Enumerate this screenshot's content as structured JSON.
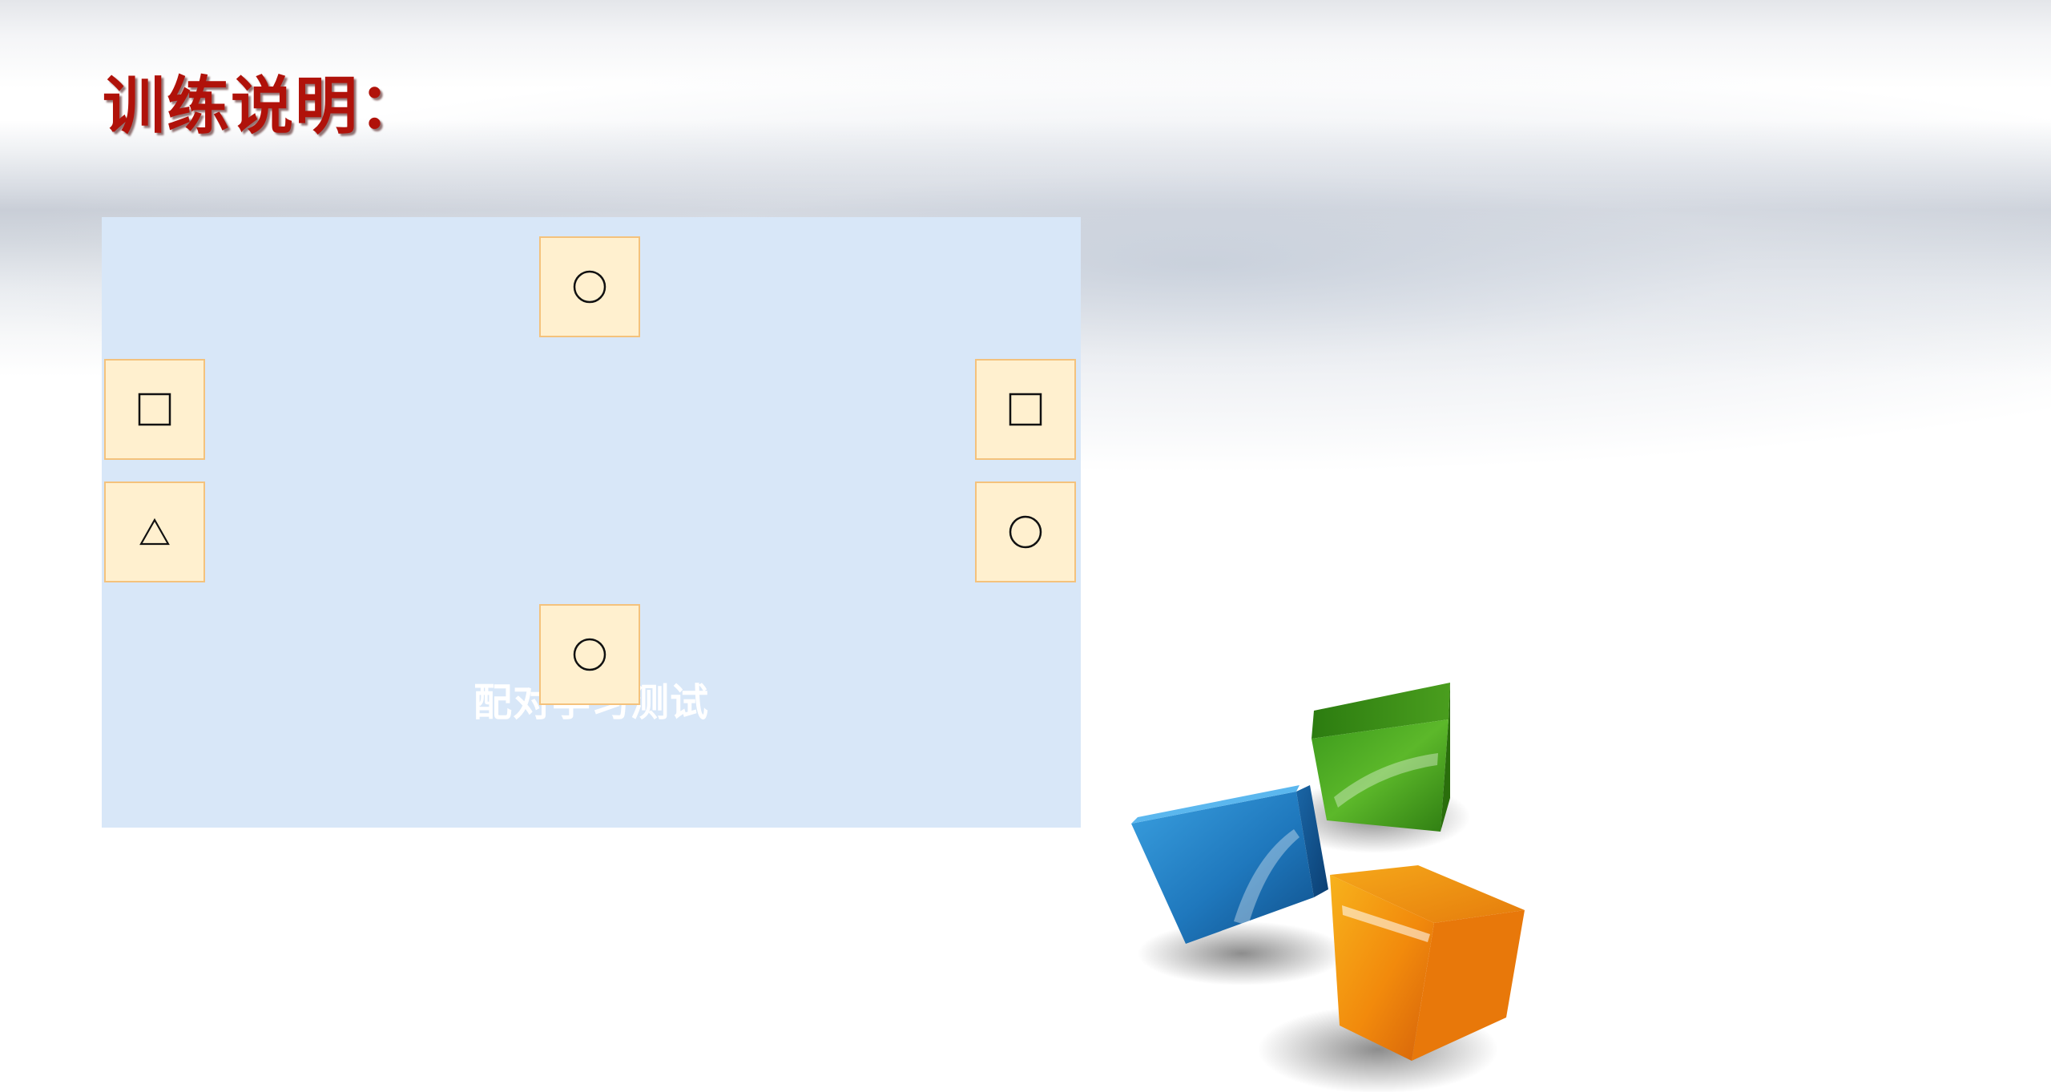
{
  "slide": {
    "title": "训练说明：",
    "title_color": "#b0120a"
  },
  "panel": {
    "caption": "配对学习测试",
    "background": "#d8e7f8",
    "tile_fill": "#fff0cf",
    "tile_border": "#f4c27c",
    "tiles": {
      "top": {
        "shape": "circle-icon",
        "symbol": "○"
      },
      "left_upper": {
        "shape": "square-icon",
        "symbol": "□"
      },
      "left_lower": {
        "shape": "triangle-icon",
        "symbol": "△"
      },
      "right_upper": {
        "shape": "square-icon",
        "symbol": "□"
      },
      "right_lower": {
        "shape": "circle-icon",
        "symbol": "○"
      },
      "bottom": {
        "shape": "circle-icon",
        "symbol": "○"
      }
    }
  },
  "decoration": {
    "cube_colors": [
      "#2a86c8",
      "#4aa31a",
      "#f08a10"
    ],
    "icon": "three-cubes-logo"
  }
}
